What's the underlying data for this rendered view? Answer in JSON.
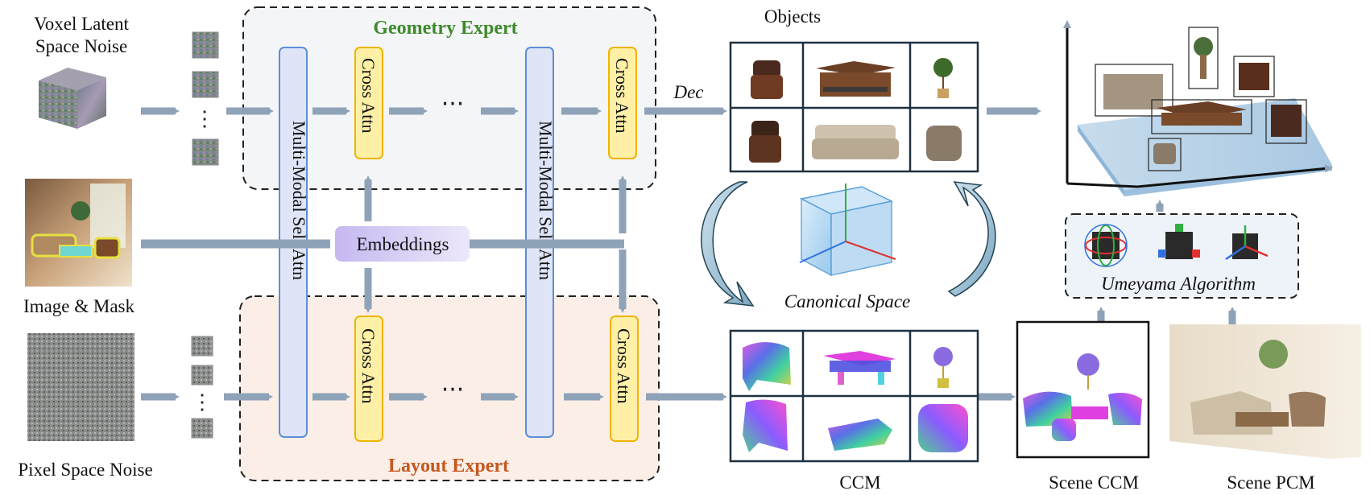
{
  "inputs": {
    "voxel_noise": [
      "Voxel Latent",
      "Space Noise"
    ],
    "image_mask": "Image & Mask",
    "pixel_noise": "Pixel Space Noise"
  },
  "experts": {
    "geometry": "Geometry Expert",
    "layout": "Layout Expert"
  },
  "blocks": {
    "self_attn": "Multi-Modal  Self  Attn",
    "cross_attn": "Cross  Attn",
    "embeddings": "Embeddings",
    "ellipsis": "···",
    "dots_vertical": "⋮"
  },
  "outputs": {
    "dec": "Dec",
    "objects": "Objects",
    "canonical_space": "Canonical  Space",
    "ccm": "CCM",
    "scene_ccm": "Scene CCM",
    "scene_pcm": "Scene PCM",
    "umeyama": "Umeyama Algorithm"
  },
  "colors": {
    "arrow": "#8fa3b8",
    "geometry_bg": "#f3f5f7",
    "layout_bg": "#fbeee7",
    "self_attn_fill": "#dfe4f6",
    "self_attn_stroke": "#5b8fd6",
    "cross_attn_fill": "#fff0a6",
    "cross_attn_stroke": "#f0b400",
    "embeddings_fill": "#d9d0f4",
    "geometry_title": "#3f8a2c",
    "layout_title": "#c4581f"
  }
}
